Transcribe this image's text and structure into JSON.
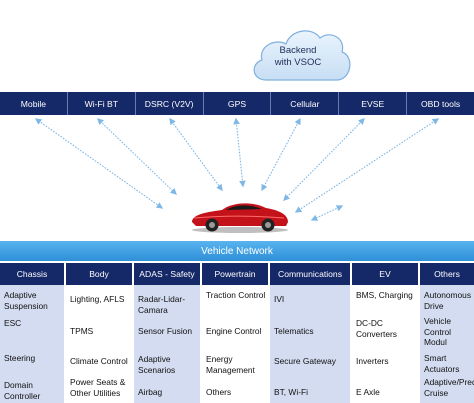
{
  "cloud": {
    "line1": "Backend",
    "line2": "with VSOC"
  },
  "interfaces": [
    "Mobile",
    "Wi-Fi BT",
    "DSRC (V2V)",
    "GPS",
    "Cellular",
    "EVSE",
    "OBD tools"
  ],
  "vehicle_network": "Vehicle Network",
  "columns": [
    {
      "header": "Chassis",
      "items": [
        "Adaptive Suspension",
        "ESC",
        "Steering",
        "Domain Controller"
      ]
    },
    {
      "header": "Body",
      "items": [
        "Lighting, AFLS",
        "TPMS",
        "Climate Control",
        "Power Seats & Other Utilities"
      ]
    },
    {
      "header": "ADAS - Safety",
      "items": [
        "Radar-Lidar-Camara",
        "Sensor Fusion",
        "Adaptive Scenarios",
        "Airbag"
      ]
    },
    {
      "header": "Powertrain",
      "items": [
        "Traction Control",
        "Engine Control",
        "Energy Management",
        "Others"
      ]
    },
    {
      "header": "Communications",
      "items": [
        "IVI",
        "Telematics",
        "Secure Gateway",
        "BT, Wi-Fi"
      ]
    },
    {
      "header": "EV",
      "items": [
        "BMS, Charging",
        "DC-DC Converters",
        "Inverters",
        "E Axle"
      ]
    },
    {
      "header": "Others",
      "items": [
        "Autonomous Drive",
        "Vehicle Control Modul",
        "Smart Actuators",
        "Adaptive/Predictive Cruise"
      ]
    }
  ],
  "colors": {
    "dark_navy": "#152868",
    "network_blue": "#3a9be0",
    "light_cell": "#d4dcf1",
    "arrow": "#7fb8e6",
    "car_red": "#c4121a"
  }
}
